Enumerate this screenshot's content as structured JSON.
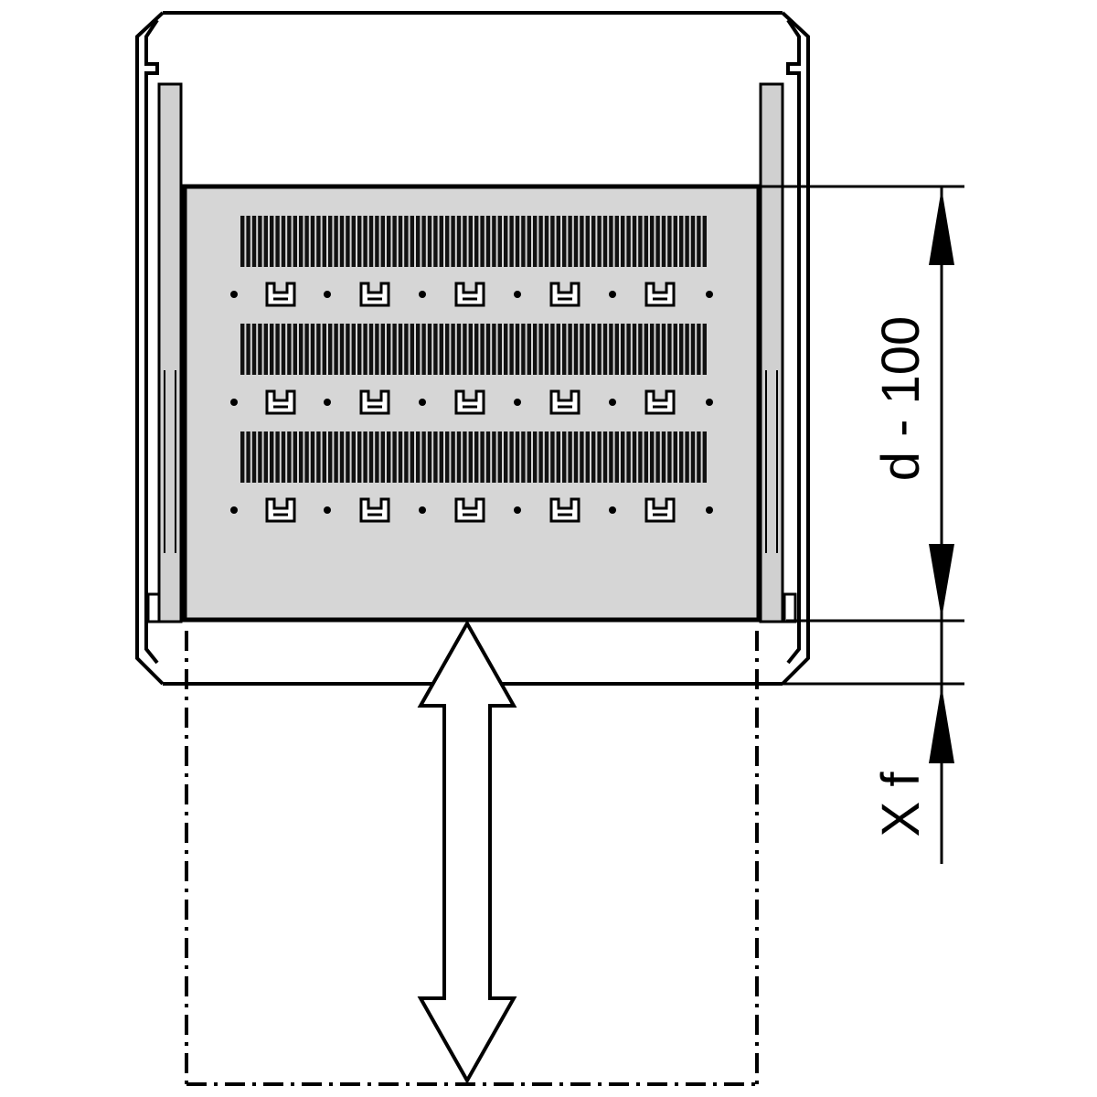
{
  "labels": {
    "shelf_depth": "d - 100",
    "offset": "X f"
  },
  "colors": {
    "line": "#000000",
    "panel_fill": "#d6d6d6",
    "rail_fill": "#d0d0d0",
    "background": "#ffffff"
  },
  "icons": {
    "slot_row": "vent-slot-row",
    "mount_hole": "round-hole",
    "clip": "cable-clip-icon",
    "arrow": "double-headed-arrow"
  }
}
